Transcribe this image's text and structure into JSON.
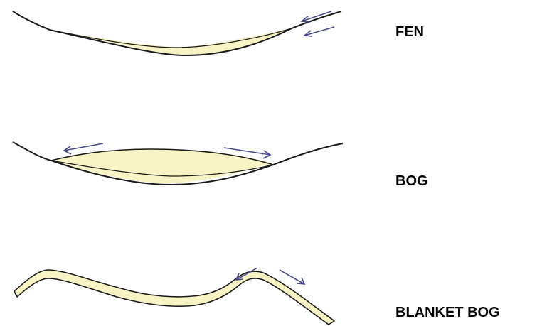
{
  "labels": {
    "fen": "FEN",
    "bog": "BOG",
    "blanket_bog": "BLANKET BOG"
  },
  "colors": {
    "peat_fill": "#f8f3c4",
    "outline": "#1a1a1a",
    "arrow": "#4a4a8e",
    "label": "#000000"
  }
}
